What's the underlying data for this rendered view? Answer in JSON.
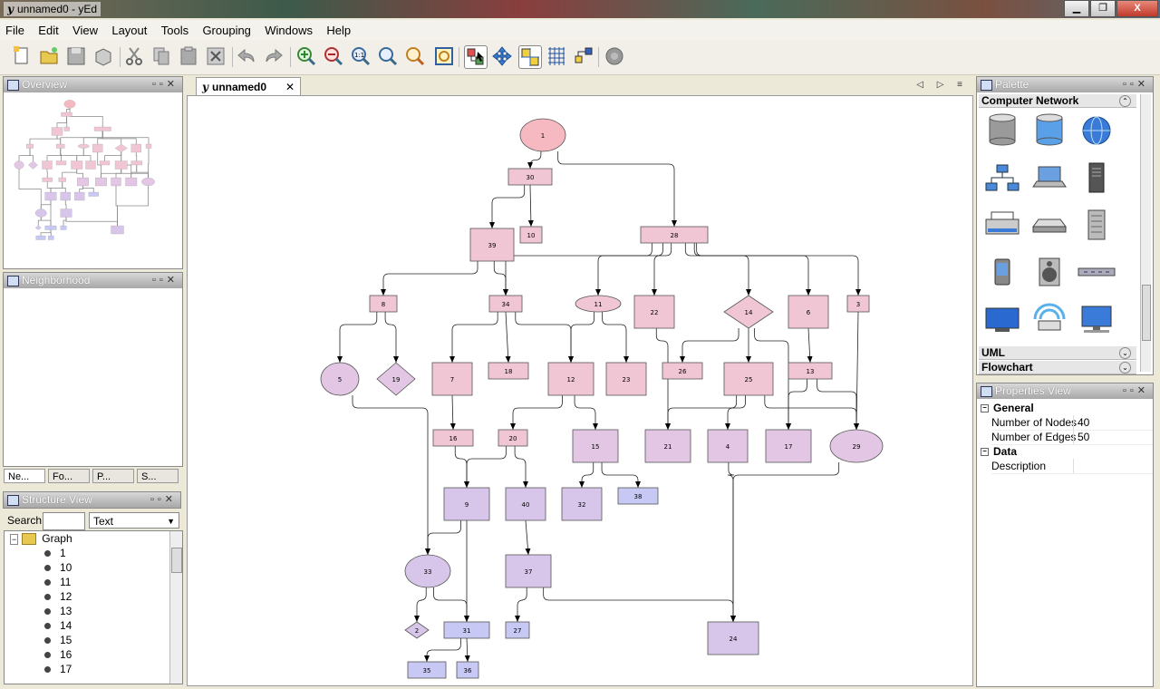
{
  "window": {
    "title": "unnamed0 - yEd",
    "min_glyph": "▁",
    "max_glyph": "❐",
    "close_glyph": "X"
  },
  "menu": [
    "File",
    "Edit",
    "View",
    "Layout",
    "Tools",
    "Grouping",
    "Windows",
    "Help"
  ],
  "toolbar": {
    "buttons": [
      "new-document",
      "open",
      "save",
      "save-as",
      "cut",
      "copy",
      "paste",
      "delete",
      "undo",
      "redo",
      "zoom-in",
      "zoom-out",
      "zoom-100",
      "zoom-fit",
      "zoom-area",
      "fit-content",
      "edit-mode",
      "navigation-mode",
      "snapping",
      "grid",
      "orthogonal-edges",
      "plugin"
    ]
  },
  "panels": {
    "overview": "Overview",
    "neighborhood": "Neighborhood",
    "structure": "Structure View",
    "palette": "Palette",
    "properties": "Properties View"
  },
  "mini_tabs": [
    "Ne...",
    "Fo...",
    "P...",
    "S..."
  ],
  "structure": {
    "search_label": "Search",
    "search_value": "",
    "mode": "Text",
    "root": "Graph",
    "items": [
      "1",
      "10",
      "11",
      "12",
      "13",
      "14",
      "15",
      "16",
      "17"
    ]
  },
  "document_tab": {
    "label": "unnamed0",
    "close": "✕",
    "nav": "◁ ▷ ≡"
  },
  "palette": {
    "sections": [
      {
        "name": "Computer Network",
        "state": "expanded"
      },
      {
        "name": "UML",
        "state": "collapsed"
      },
      {
        "name": "Flowchart",
        "state": "collapsed"
      }
    ],
    "network_icons": [
      "database-icon",
      "database-blue-icon",
      "globe-icon",
      "network-switch-icon",
      "laptop-icon",
      "server-tower-icon",
      "printer-icon",
      "scanner-icon",
      "server-rack-icon",
      "pda-icon",
      "speaker-icon",
      "hub-icon",
      "monitor-icon",
      "wireless-router-icon",
      "workstation-icon"
    ]
  },
  "properties": {
    "general": "General",
    "data": "Data",
    "rows": [
      {
        "key": "Number of Nodes",
        "value": "40"
      },
      {
        "key": "Number of Edges",
        "value": "50"
      }
    ],
    "data_rows": [
      {
        "key": "Description",
        "value": ""
      }
    ]
  },
  "colors": {
    "pink_node": "#f0c6d4",
    "pink_dark": "#f7b9c1",
    "lilac_node": "#e2c6e4",
    "purple_node": "#d8c6ea",
    "blue_node": "#c8c8f4",
    "node_stroke": "#555555"
  },
  "graph": {
    "nodes": [
      {
        "id": "1"
      },
      {
        "id": "30"
      },
      {
        "id": "39"
      },
      {
        "id": "10"
      },
      {
        "id": "28"
      },
      {
        "id": "8"
      },
      {
        "id": "34"
      },
      {
        "id": "11"
      },
      {
        "id": "22"
      },
      {
        "id": "14"
      },
      {
        "id": "6"
      },
      {
        "id": "3"
      },
      {
        "id": "5"
      },
      {
        "id": "19"
      },
      {
        "id": "7"
      },
      {
        "id": "18"
      },
      {
        "id": "12"
      },
      {
        "id": "23"
      },
      {
        "id": "26"
      },
      {
        "id": "25"
      },
      {
        "id": "13"
      },
      {
        "id": "16"
      },
      {
        "id": "20"
      },
      {
        "id": "15"
      },
      {
        "id": "21"
      },
      {
        "id": "4"
      },
      {
        "id": "17"
      },
      {
        "id": "29"
      },
      {
        "id": "9"
      },
      {
        "id": "40"
      },
      {
        "id": "32"
      },
      {
        "id": "38"
      },
      {
        "id": "33"
      },
      {
        "id": "37"
      },
      {
        "id": "24"
      },
      {
        "id": "2"
      },
      {
        "id": "31"
      },
      {
        "id": "27"
      },
      {
        "id": "35"
      },
      {
        "id": "36"
      }
    ],
    "edges": [
      [
        "1",
        "30"
      ],
      [
        "1",
        "28"
      ],
      [
        "30",
        "39"
      ],
      [
        "30",
        "10"
      ],
      [
        "28",
        "34"
      ],
      [
        "28",
        "11"
      ],
      [
        "28",
        "22"
      ],
      [
        "28",
        "14"
      ],
      [
        "28",
        "6"
      ],
      [
        "28",
        "3"
      ],
      [
        "39",
        "8"
      ],
      [
        "39",
        "34"
      ],
      [
        "8",
        "5"
      ],
      [
        "8",
        "19"
      ],
      [
        "34",
        "7"
      ],
      [
        "34",
        "18"
      ],
      [
        "34",
        "12"
      ],
      [
        "11",
        "12"
      ],
      [
        "11",
        "23"
      ],
      [
        "14",
        "26"
      ],
      [
        "14",
        "25"
      ],
      [
        "14",
        "17"
      ],
      [
        "22",
        "21"
      ],
      [
        "6",
        "13"
      ],
      [
        "3",
        "29"
      ],
      [
        "7",
        "16"
      ],
      [
        "12",
        "20"
      ],
      [
        "12",
        "15"
      ],
      [
        "25",
        "21"
      ],
      [
        "25",
        "4"
      ],
      [
        "25",
        "29"
      ],
      [
        "13",
        "17"
      ],
      [
        "13",
        "29"
      ],
      [
        "16",
        "9"
      ],
      [
        "20",
        "9"
      ],
      [
        "20",
        "40"
      ],
      [
        "15",
        "32"
      ],
      [
        "15",
        "38"
      ],
      [
        "5",
        "33"
      ],
      [
        "9",
        "33"
      ],
      [
        "9",
        "31"
      ],
      [
        "40",
        "37"
      ],
      [
        "4",
        "24"
      ],
      [
        "29",
        "24"
      ],
      [
        "37",
        "24"
      ],
      [
        "37",
        "27"
      ],
      [
        "33",
        "2"
      ],
      [
        "33",
        "31"
      ],
      [
        "31",
        "35"
      ],
      [
        "31",
        "36"
      ]
    ]
  }
}
